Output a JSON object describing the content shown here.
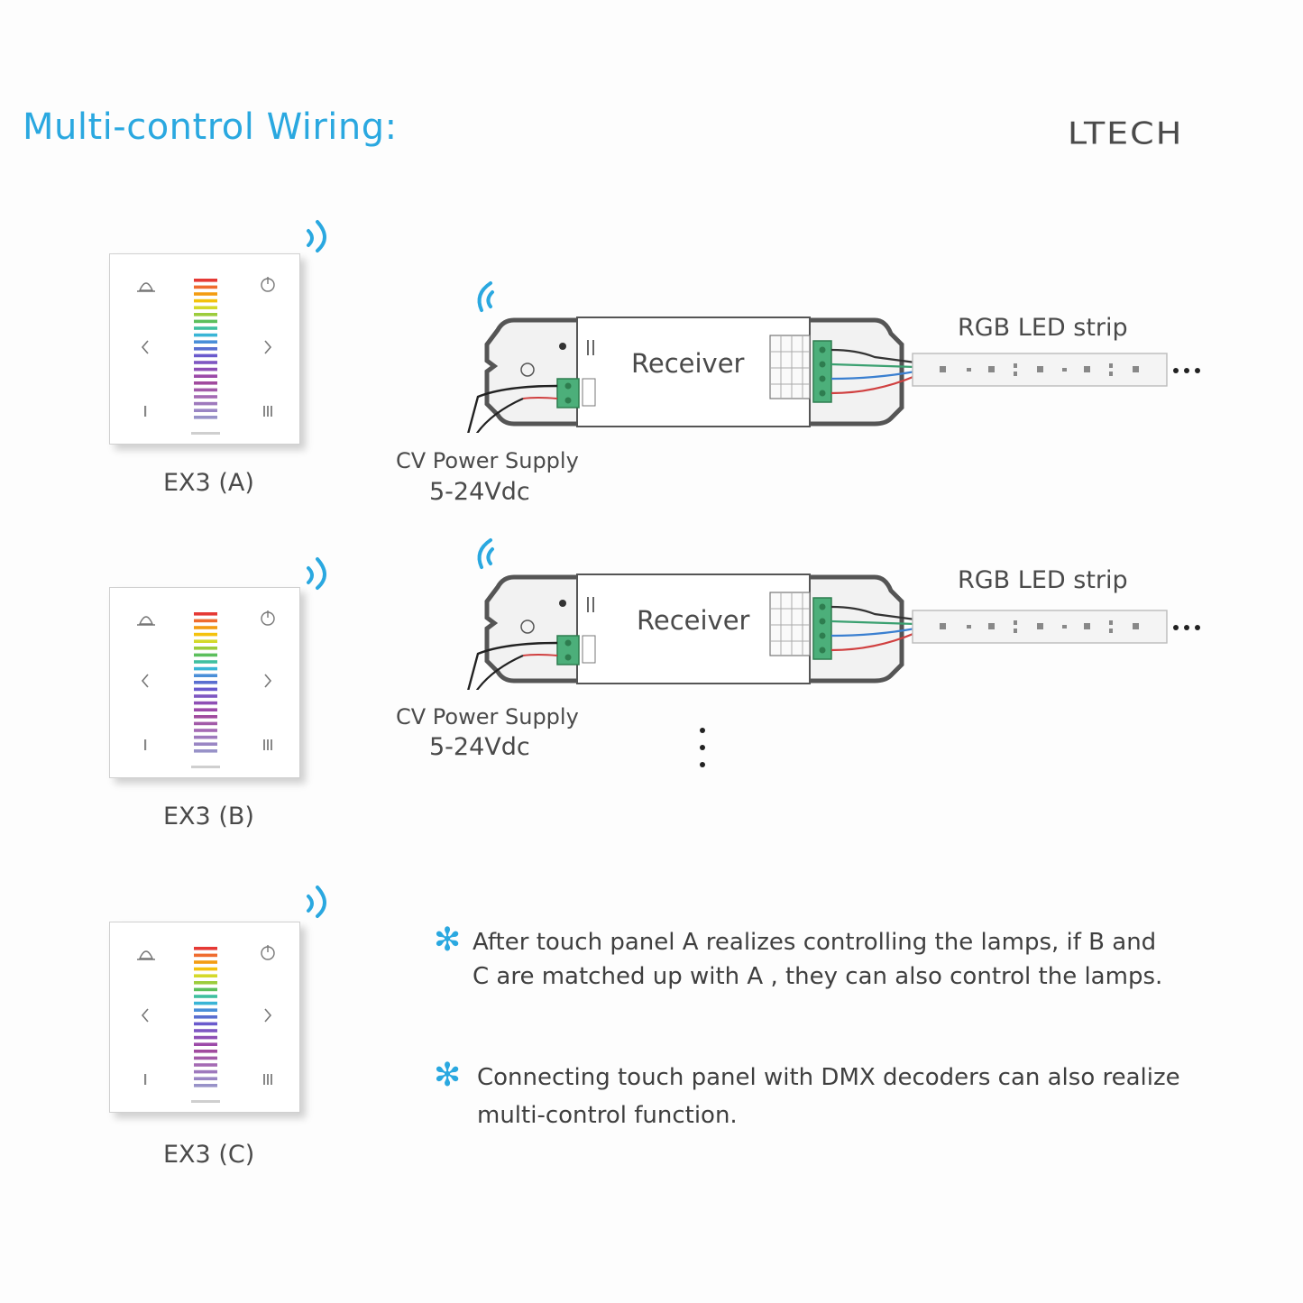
{
  "header": {
    "title": "Multi-control Wiring:",
    "logo": "LTECH"
  },
  "panels": [
    {
      "label": "EX3 (A)"
    },
    {
      "label": "EX3 (B)"
    },
    {
      "label": "EX3 (C)"
    }
  ],
  "receivers": [
    {
      "label": "Receiver",
      "strip_label": "RGB LED strip",
      "power_label": "CV Power Supply",
      "power_voltage": "5-24Vdc"
    },
    {
      "label": "Receiver",
      "strip_label": "RGB LED strip",
      "power_label": "CV Power Supply",
      "power_voltage": "5-24Vdc"
    }
  ],
  "notes": [
    {
      "line1": "After touch panel A realizes controlling the lamps, if B and",
      "line2": "C are matched up with A , they can also control the lamps."
    },
    {
      "line1": "Connecting touch panel with DMX decoders can also realize",
      "line2": "multi-control function."
    }
  ],
  "colors": {
    "accent": "#2aa8e0",
    "text": "#4a4a4a"
  },
  "icons": [
    "wireless-signal-icon",
    "scene-icon",
    "power-icon",
    "chevron-left-icon",
    "chevron-right-icon",
    "brightness-icon",
    "asterisk-icon"
  ]
}
